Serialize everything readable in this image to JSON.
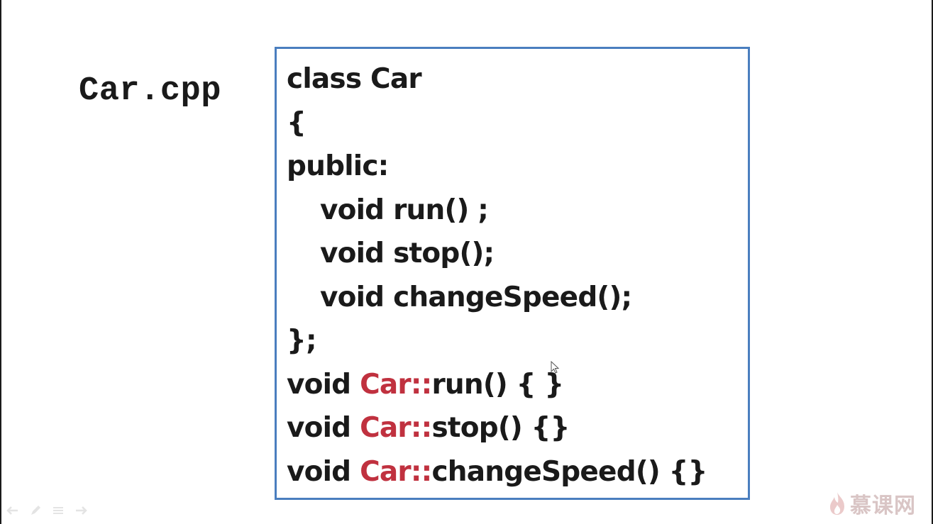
{
  "slide": {
    "title": "Car.cpp"
  },
  "code": {
    "lines": [
      {
        "indent": false,
        "segments": [
          {
            "text": "class Car",
            "color": "default"
          }
        ]
      },
      {
        "indent": false,
        "segments": [
          {
            "text": "{",
            "color": "default"
          }
        ]
      },
      {
        "indent": false,
        "segments": [
          {
            "text": "public:",
            "color": "default"
          }
        ]
      },
      {
        "indent": true,
        "segments": [
          {
            "text": "void run() ;",
            "color": "default"
          }
        ]
      },
      {
        "indent": true,
        "segments": [
          {
            "text": "void stop();",
            "color": "default"
          }
        ]
      },
      {
        "indent": true,
        "segments": [
          {
            "text": "void changeSpeed();",
            "color": "default"
          }
        ]
      },
      {
        "indent": false,
        "segments": [
          {
            "text": "};",
            "color": "default"
          }
        ]
      },
      {
        "indent": false,
        "segments": [
          {
            "text": "void ",
            "color": "default"
          },
          {
            "text": "Car::",
            "color": "red"
          },
          {
            "text": "run() { }",
            "color": "default"
          }
        ]
      },
      {
        "indent": false,
        "segments": [
          {
            "text": "void ",
            "color": "default"
          },
          {
            "text": "Car::",
            "color": "red"
          },
          {
            "text": "stop() {}",
            "color": "default"
          }
        ]
      },
      {
        "indent": false,
        "segments": [
          {
            "text": "void ",
            "color": "default"
          },
          {
            "text": "Car::",
            "color": "red"
          },
          {
            "text": "changeSpeed() {}",
            "color": "default"
          }
        ]
      }
    ]
  },
  "player_controls": {
    "icons": [
      "back-arrow-icon",
      "pen-icon",
      "menu-icon",
      "forward-arrow-icon"
    ]
  },
  "watermark": {
    "logo": "flame-logo-icon",
    "text": "慕课网"
  },
  "colors": {
    "text": "#1a1a1a",
    "highlight": "#c0313f",
    "box_border": "#4a7ebf",
    "watermark": "#d9c5c5"
  }
}
